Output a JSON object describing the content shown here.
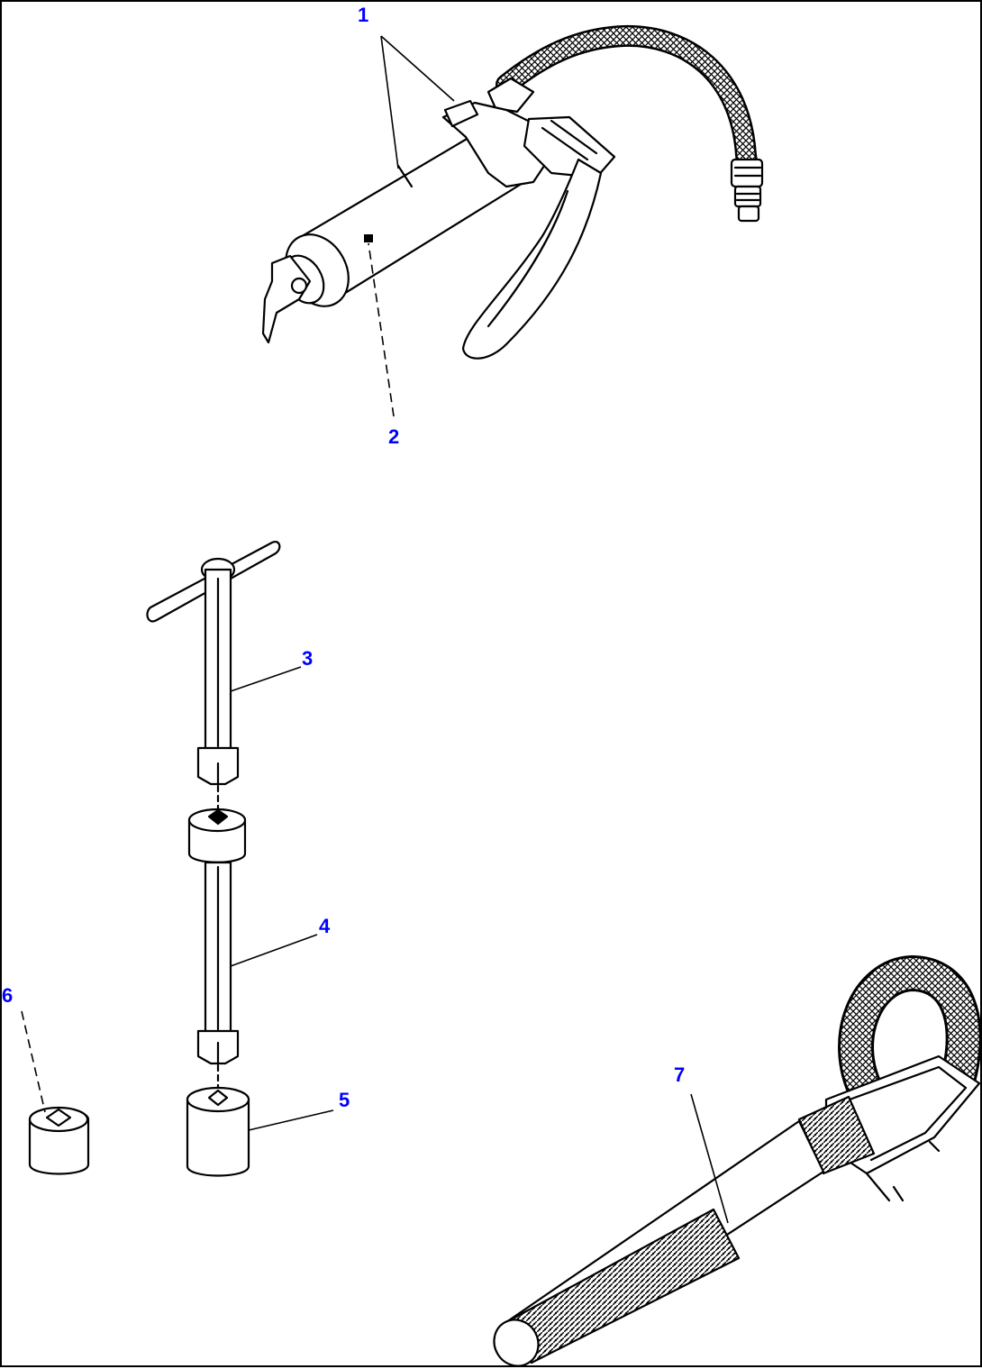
{
  "diagram": {
    "accent_color": "#0000ff",
    "callouts": [
      {
        "id": "1",
        "label": "1"
      },
      {
        "id": "2",
        "label": "2"
      },
      {
        "id": "3",
        "label": "3"
      },
      {
        "id": "4",
        "label": "4"
      },
      {
        "id": "5",
        "label": "5"
      },
      {
        "id": "6",
        "label": "6"
      },
      {
        "id": "7",
        "label": "7"
      }
    ],
    "parts": [
      {
        "callout": "1",
        "icon": "grease-gun-icon"
      },
      {
        "callout": "2",
        "icon": "grease-fitting-icon"
      },
      {
        "callout": "3",
        "icon": "t-handle-wrench-icon"
      },
      {
        "callout": "4",
        "icon": "extension-bar-icon"
      },
      {
        "callout": "5",
        "icon": "socket-icon"
      },
      {
        "callout": "6",
        "icon": "socket-small-icon"
      },
      {
        "callout": "7",
        "icon": "strap-wrench-icon"
      }
    ]
  }
}
